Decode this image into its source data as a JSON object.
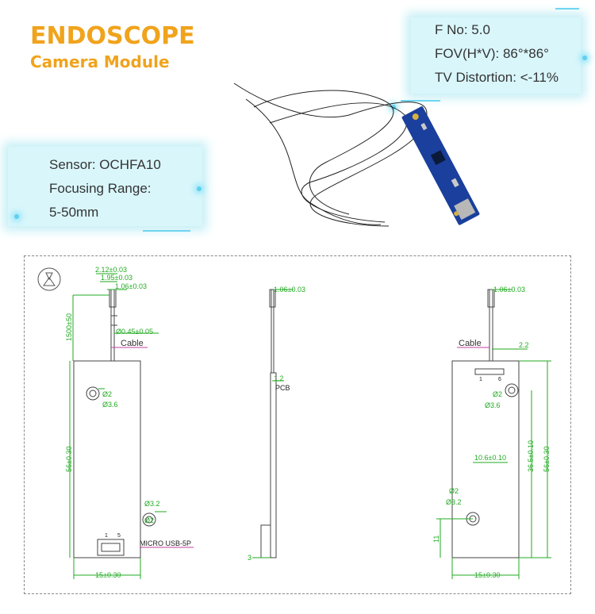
{
  "title": {
    "line1": "ENDOSCOPE",
    "line2": "Camera Module"
  },
  "specs_right": [
    "F No: 5.0",
    "FOV(H*V): 86°*86°",
    "TV Distortion: <-11%"
  ],
  "specs_left": [
    "Sensor: OCHFA10",
    "Focusing Range:",
    "5-50mm"
  ],
  "colors": {
    "title": "#f0a31c",
    "dimension": "#22aa22",
    "pcb": "#1a3f9c",
    "cable": "#222222"
  },
  "drawing": {
    "left": {
      "dims": [
        "2.12±0.03",
        "1.95±0.03",
        "1.06±0.03",
        "1500±50",
        "Ø0.45±0.05",
        "Cable",
        "Ø2",
        "Ø3.6",
        "56±0.30",
        "Ø3.2",
        "Ø2",
        "MICRO USB-5P",
        "15±0.30"
      ],
      "pins": [
        "1",
        "5"
      ]
    },
    "middle": {
      "dims": [
        "1.06±0.03",
        "1.2",
        "PCB",
        "3"
      ]
    },
    "right": {
      "dims": [
        "1.06±0.03",
        "Cable",
        "2.2",
        "Ø2",
        "Ø3.6",
        "10.6±0.10",
        "36.5±0.10",
        "56±0.30",
        "Ø2",
        "Ø3.2",
        "11",
        "15±0.30"
      ],
      "pins": [
        "1",
        "6"
      ]
    }
  }
}
